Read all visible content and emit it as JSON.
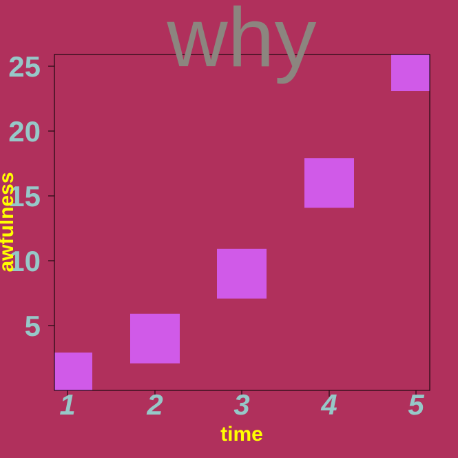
{
  "chart_data": {
    "type": "scatter",
    "title": "why",
    "xlabel": "time",
    "ylabel": "awfulness",
    "x": [
      1,
      2,
      3,
      4,
      5
    ],
    "y": [
      1,
      4,
      9,
      16,
      25
    ],
    "xticks": [
      "1",
      "2",
      "3",
      "4",
      "5"
    ],
    "yticks": [
      "5",
      "10",
      "15",
      "20",
      "25"
    ],
    "xlim": [
      1,
      5
    ],
    "ylim": [
      0,
      26
    ],
    "marker": "square",
    "grid": false,
    "legend": "none"
  },
  "colors": {
    "background": "#b0305c",
    "marker": "#d05ae8",
    "title": "#8c857f",
    "tick_labels": "#96c8c8",
    "axis_labels": "#ffff00",
    "frame": "#000000"
  }
}
